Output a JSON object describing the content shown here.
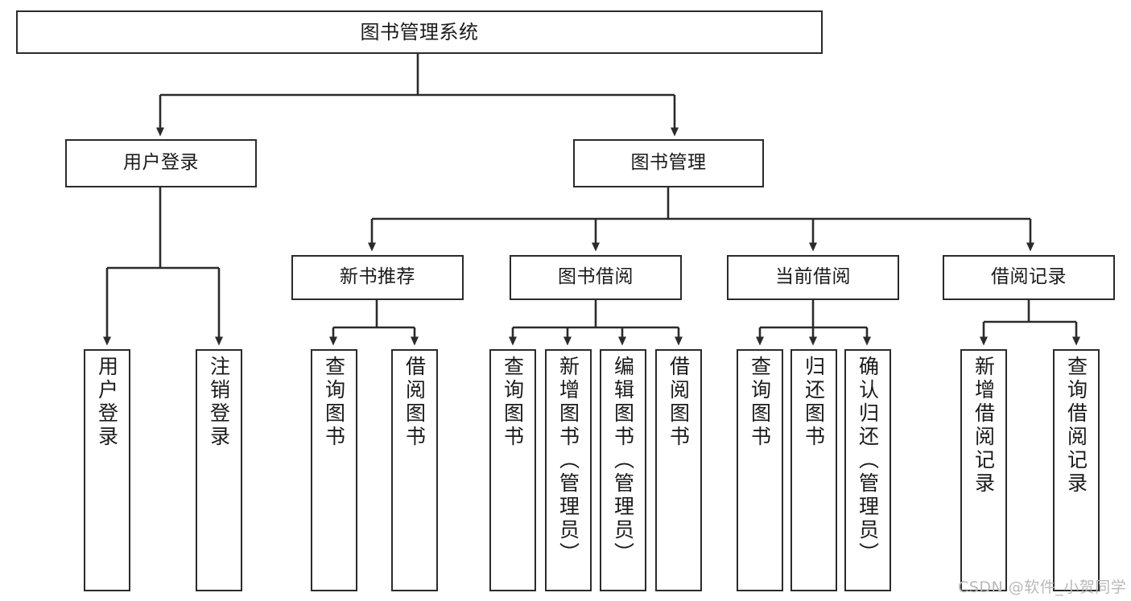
{
  "diagram": {
    "type": "tree",
    "title": "图书管理系统",
    "orientation": "top-down",
    "style": {
      "box_border_color": "#2b2b2b",
      "box_fill_color": "#ffffff",
      "connector_color": "#2b2b2b",
      "text_color": "#1a1a1a",
      "background": "#ffffff"
    },
    "levels": [
      {
        "level": 1,
        "nodes": [
          {
            "id": "root",
            "label": "图书管理系统",
            "orientation": "horizontal"
          }
        ]
      },
      {
        "level": 2,
        "nodes": [
          {
            "id": "login",
            "label": "用户登录",
            "orientation": "horizontal",
            "parent": "root"
          },
          {
            "id": "bookmgmt",
            "label": "图书管理",
            "orientation": "horizontal",
            "parent": "root"
          }
        ]
      },
      {
        "level": 3,
        "nodes": [
          {
            "id": "newbook",
            "label": "新书推荐",
            "orientation": "horizontal",
            "parent": "bookmgmt"
          },
          {
            "id": "borrow",
            "label": "图书借阅",
            "orientation": "horizontal",
            "parent": "bookmgmt"
          },
          {
            "id": "current",
            "label": "当前借阅",
            "orientation": "horizontal",
            "parent": "bookmgmt"
          },
          {
            "id": "records",
            "label": "借阅记录",
            "orientation": "horizontal",
            "parent": "bookmgmt"
          }
        ]
      },
      {
        "level": 4,
        "nodes": [
          {
            "id": "leaf-1",
            "label": "用户登录",
            "orientation": "vertical",
            "parent": "login"
          },
          {
            "id": "leaf-2",
            "label": "注销登录",
            "orientation": "vertical",
            "parent": "login"
          },
          {
            "id": "leaf-3",
            "label": "查询图书",
            "orientation": "vertical",
            "parent": "newbook"
          },
          {
            "id": "leaf-4",
            "label": "借阅图书",
            "orientation": "vertical",
            "parent": "newbook"
          },
          {
            "id": "leaf-5",
            "label": "查询图书",
            "orientation": "vertical",
            "parent": "borrow"
          },
          {
            "id": "leaf-6",
            "label": "新增图书（管理员）",
            "orientation": "vertical",
            "parent": "borrow"
          },
          {
            "id": "leaf-7",
            "label": "编辑图书（管理员）",
            "orientation": "vertical",
            "parent": "borrow"
          },
          {
            "id": "leaf-8",
            "label": "借阅图书",
            "orientation": "vertical",
            "parent": "borrow"
          },
          {
            "id": "leaf-9",
            "label": "查询图书",
            "orientation": "vertical",
            "parent": "current"
          },
          {
            "id": "leaf-10",
            "label": "归还图书",
            "orientation": "vertical",
            "parent": "current"
          },
          {
            "id": "leaf-11",
            "label": "确认归还（管理员）",
            "orientation": "vertical",
            "parent": "current"
          },
          {
            "id": "leaf-12",
            "label": "新增借阅记录",
            "orientation": "vertical",
            "parent": "records"
          },
          {
            "id": "leaf-13",
            "label": "查询借阅记录",
            "orientation": "vertical",
            "parent": "records"
          }
        ]
      }
    ]
  },
  "watermark": {
    "text": "CSDN @软件_小贺同学"
  }
}
